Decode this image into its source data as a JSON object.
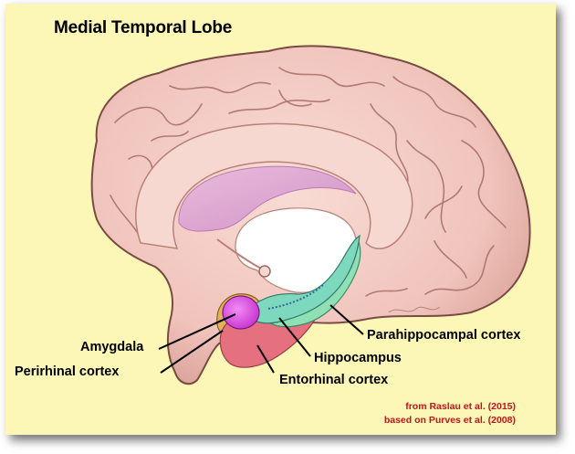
{
  "title": "Medial Temporal Lobe",
  "labels": {
    "amygdala": "Amygdala",
    "perirhinal": "Perirhinal cortex",
    "entorhinal": "Entorhinal cortex",
    "hippocampus": "Hippocampus",
    "parahippocampal": "Parahippocampal cortex"
  },
  "credits": {
    "line1": "from Raslau et al. (2015)",
    "line2": "based on Purves et al. (2008)"
  },
  "colors": {
    "background": "#fcf7b6",
    "brain": "#f1c7c0",
    "amygdala": "#d13ad8",
    "hippocampus": "#7dd9b2",
    "parahippocampal": "#7fd8a8",
    "entorhinal": "#e5707f",
    "perirhinal": "#e2b35a",
    "credit_text": "#c0141c"
  }
}
